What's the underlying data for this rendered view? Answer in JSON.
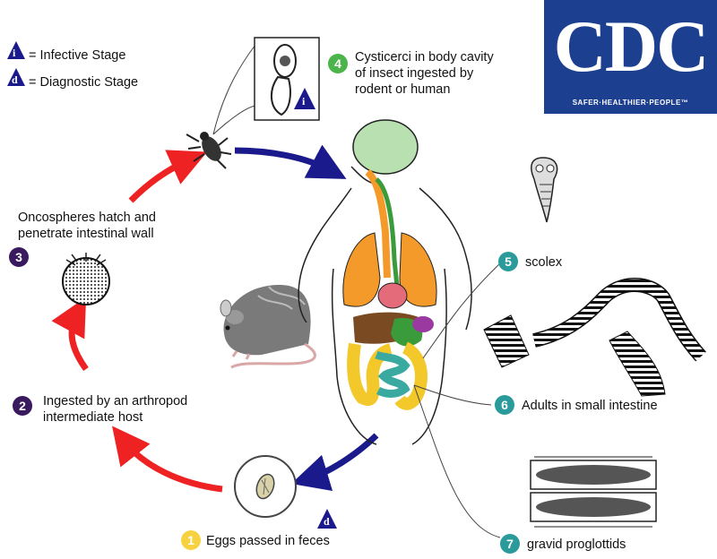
{
  "legend": {
    "infective_symbol": "i",
    "infective_label": "= Infective Stage",
    "diagnostic_symbol": "d",
    "diagnostic_label": "= Diagnostic Stage"
  },
  "logo": {
    "text": "CDC",
    "tagline": "SAFER·HEALTHIER·PEOPLE™"
  },
  "steps": [
    {
      "number": "1",
      "text": "Eggs passed in feces"
    },
    {
      "number": "2",
      "text": "Ingested by an arthropod\nintermediate host"
    },
    {
      "number": "3",
      "text": "Oncospheres hatch and\npenetrate intestinal wall"
    },
    {
      "number": "4",
      "text": "Cysticerci in body cavity\nof insect ingested by\nrodent or human"
    },
    {
      "number": "5",
      "text": "scolex"
    },
    {
      "number": "6",
      "text": "Adults in small intestine"
    },
    {
      "number": "7",
      "text": "gravid proglottids"
    }
  ],
  "stage_marks": {
    "infective": "i",
    "diagnostic": "d"
  },
  "colors": {
    "cycle_red": "#ee2222",
    "cycle_blue": "#1a1a8c",
    "number_purple": "#3a1a5e",
    "number_green": "#4bb44a",
    "number_teal": "#2a9a9a",
    "number_yellow": "#f7d240",
    "logo_blue": "#1d3f8f"
  }
}
